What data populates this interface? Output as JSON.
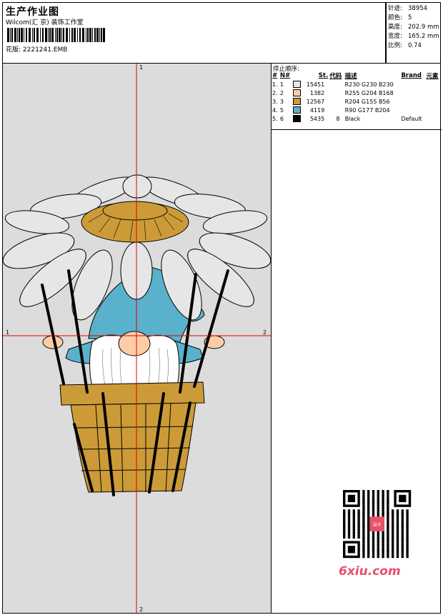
{
  "header": {
    "title": "生产作业图",
    "company": "Wilcom(汇 京) 装饰工作室",
    "design_label": "花版: 2221241.EMB"
  },
  "stats": [
    {
      "label": "针迹:",
      "value": "38954"
    },
    {
      "label": "颜色:",
      "value": "5"
    },
    {
      "label": "高度:",
      "value": "202.9 mm"
    },
    {
      "label": "宽度:",
      "value": "165.2 mm"
    },
    {
      "label": "比例:",
      "value": "0.74"
    }
  ],
  "sequence": {
    "title": "停止顺序:",
    "columns": [
      "#",
      "N#",
      "St.",
      "代码",
      "描述",
      "Brand",
      "元素"
    ],
    "rows": [
      {
        "idx": "1.",
        "n": "1",
        "color": "#e6e6e6",
        "st": "15451",
        "code": "",
        "desc": "R230 G230 B230",
        "brand": "",
        "elem": ""
      },
      {
        "idx": "2.",
        "n": "2",
        "color": "#ffcca8",
        "st": "1382",
        "code": "",
        "desc": "R255 G204 B168",
        "brand": "",
        "elem": ""
      },
      {
        "idx": "3.",
        "n": "3",
        "color": "#cc9b38",
        "st": "12567",
        "code": "",
        "desc": "R204 G155 B56",
        "brand": "",
        "elem": ""
      },
      {
        "idx": "4.",
        "n": "5",
        "color": "#5ab1cc",
        "st": "4119",
        "code": "",
        "desc": "R90 G177 B204",
        "brand": "",
        "elem": ""
      },
      {
        "idx": "5.",
        "n": "6",
        "color": "#000000",
        "st": "5435",
        "code": "8",
        "desc": "Black",
        "brand": "Default",
        "elem": ""
      }
    ]
  },
  "crosshair": {
    "top": "1",
    "bottom": "2",
    "left": "1",
    "right": "2"
  },
  "watermark": "6xiu.com",
  "qr_badge": "设计"
}
